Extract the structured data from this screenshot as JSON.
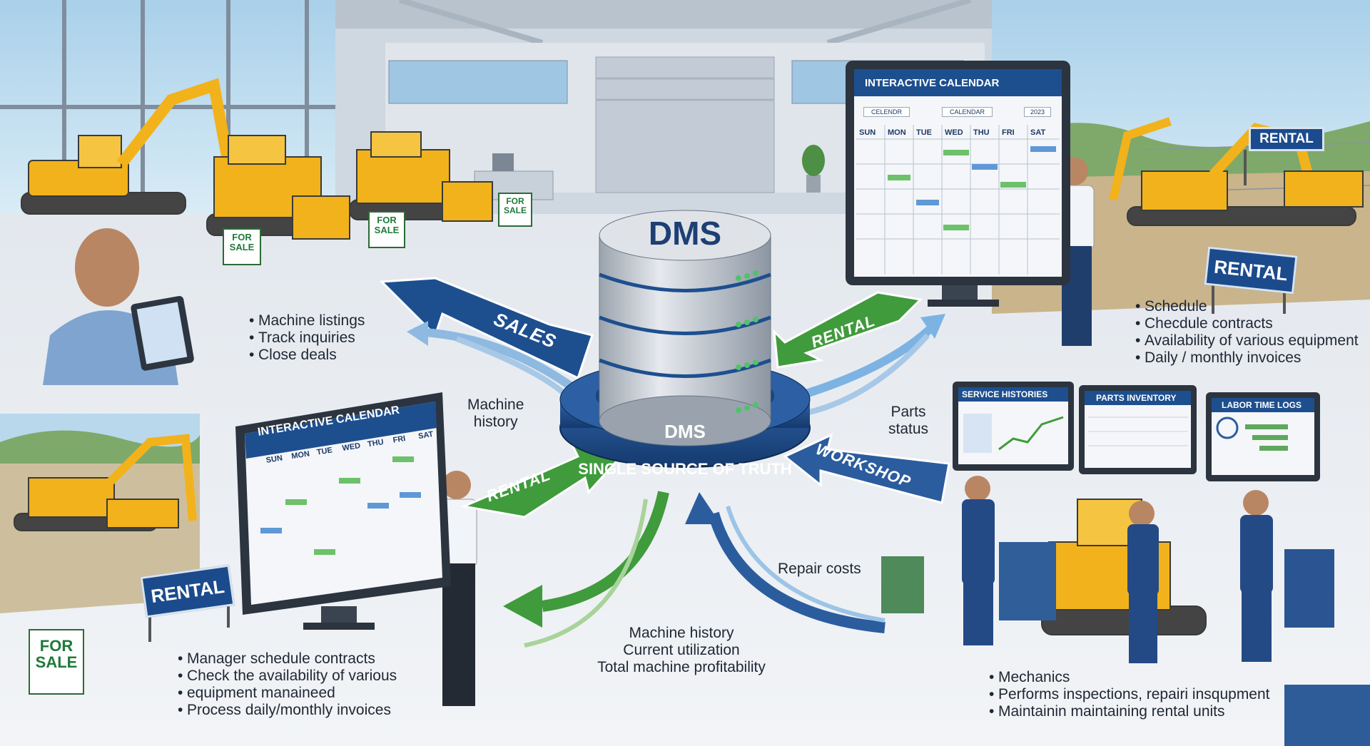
{
  "dms": {
    "top_label": "DMS",
    "base_label": "DMS",
    "ring_label": "SINGLE SOURCE OF TRUTH"
  },
  "arrows": {
    "sales": "SALES",
    "rental_right": "RENTAL",
    "rental_left": "RENTAL",
    "workshop": "WORKSHOP"
  },
  "flows": {
    "machine_history_left": [
      "Machine",
      "history"
    ],
    "parts_status": [
      "Parts",
      "status"
    ],
    "repair_costs": "Repair costs",
    "center_bottom": [
      "Machine history",
      "Current utilization",
      "Total machine profitability"
    ]
  },
  "sales_bullets": [
    "Machine listings",
    "Track inquiries",
    "Close deals"
  ],
  "rental_right_bullets": [
    "Schedule",
    "Checdule contracts",
    "Availability of various equipment",
    "Daily / monthly invoices"
  ],
  "rental_left_bullets": [
    "Manager schedule contracts",
    "Check the availability of various",
    "equipment manaineed",
    "Process daily/monthly invoices"
  ],
  "workshop_bullets": [
    "Mechanics",
    "Performs inspections, repairi insqupment",
    "Maintainin maintaining rental units"
  ],
  "calendar_right": {
    "title": "INTERACTIVE CALENDAR",
    "nav1": "CELENDR",
    "nav2": "CALENDAR",
    "year": "2023",
    "days": [
      "SUN",
      "MON",
      "TUE",
      "WED",
      "THU",
      "FRI",
      "SAT"
    ]
  },
  "calendar_left": {
    "title": "INTERACTIVE CALENDAR",
    "days": [
      "SUN",
      "MON",
      "TUE",
      "WED",
      "THU",
      "FRI",
      "SAT"
    ]
  },
  "workshop_monitors": [
    "SERVICE HISTORIES",
    "PARTS INVENTORY",
    "LABOR TIME LOGS"
  ],
  "signs": {
    "rental_top": "RENTAL",
    "rental_right": "RENTAL",
    "rental_left": "RENTAL",
    "for_sale_1": "FOR SALE",
    "for_sale_2": "FOR SALE",
    "for_sale_3": "FOR SALE",
    "for_sale_4": "FOR SALE"
  },
  "colors": {
    "sales_blue": "#1d4f8f",
    "rental_green": "#3f9b3b",
    "workshop_blue": "#2b5c9e",
    "machine_yellow": "#f2b21b",
    "dms_silver": "#c9ced6"
  },
  "icons": [
    "excavator-icon",
    "bulldozer-icon",
    "database-icon",
    "tablet-icon",
    "monitor-icon",
    "mechanic-icon",
    "toolbox-icon"
  ]
}
